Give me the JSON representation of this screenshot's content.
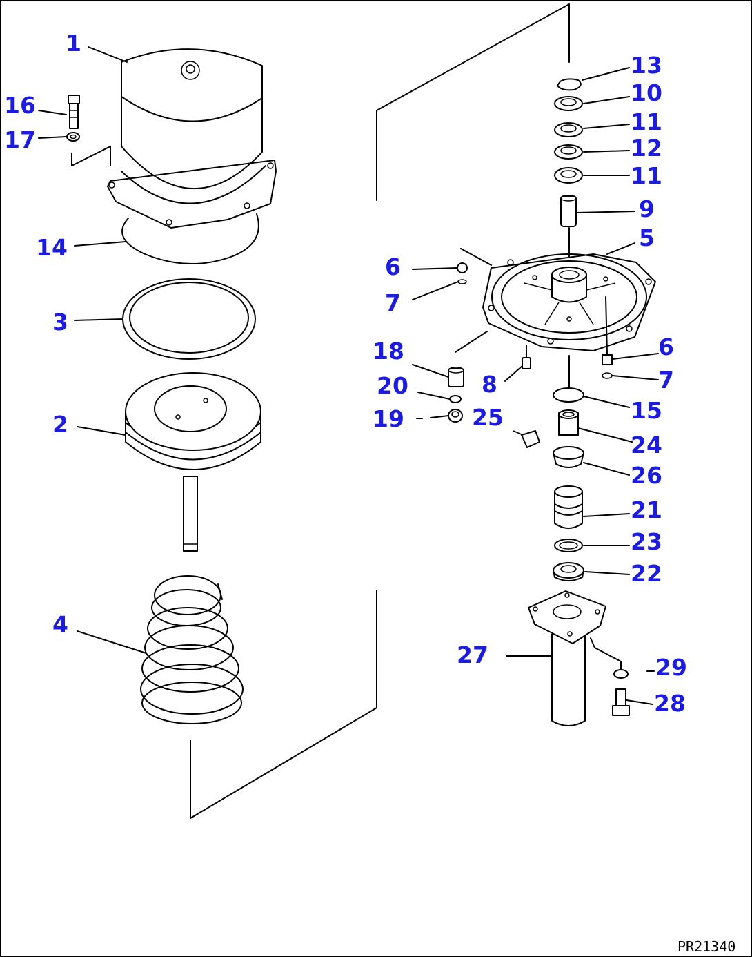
{
  "diagram": {
    "drawing_code": "PR21340",
    "callouts": [
      "1",
      "16",
      "17",
      "14",
      "3",
      "2",
      "4",
      "13",
      "10",
      "11",
      "12",
      "11",
      "9",
      "5",
      "6",
      "7",
      "18",
      "8",
      "6",
      "7",
      "20",
      "19",
      "25",
      "15",
      "24",
      "26",
      "21",
      "23",
      "22",
      "27",
      "29",
      "28"
    ]
  }
}
